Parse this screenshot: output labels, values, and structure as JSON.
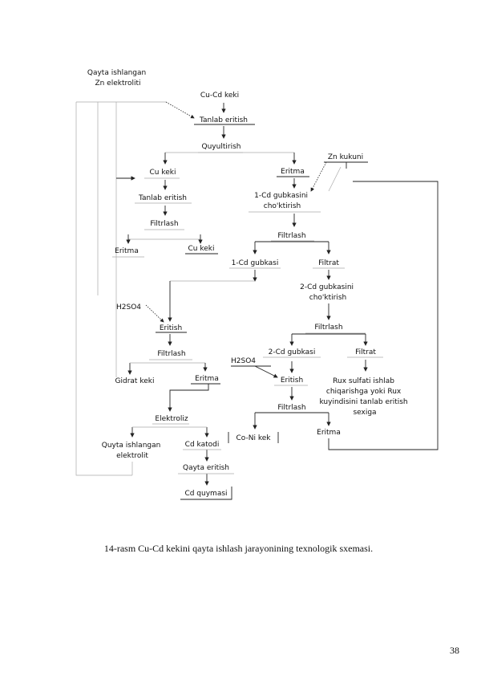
{
  "diagram": {
    "nodes": {
      "recycled_zn_electrolyte": [
        "Qayta ishlangan",
        "Zn elektroliti"
      ],
      "cu_cd_cake": "Cu-Cd keki",
      "selective_leaching_1": "Tanlab eritish",
      "decantation": "Quyultirish",
      "cu_cake_1": "Cu keki",
      "solution_1": "Eritma",
      "zn_powder": "Zn kukuni",
      "selective_leaching_2": "Tanlab eritish",
      "cd_sponge_1_precip": [
        "1-Cd gubkasini",
        "cho'ktirish"
      ],
      "filtration_1": "Filtrlash",
      "filtration_2": "Filtrlash",
      "solution_2": "Eritma",
      "cu_cake_2": "Cu keki",
      "cd_sponge_1": "1-Cd gubkasi",
      "filtrate_1": "Filtrat",
      "h2so4_1": "H2SO4",
      "cd_sponge_2_precip": [
        "2-Cd gubkasini",
        "cho'ktirish"
      ],
      "dissolution_1": "Eritish",
      "filtration_3": "Filtrlash",
      "filtration_4": "Filtrlash",
      "cd_sponge_2": "2-Cd gubkasi",
      "filtrate_2": "Filtrat",
      "h2so4_2": "H2SO4",
      "hydrate_cake": "Gidrat keki",
      "solution_3": "Eritma",
      "dissolution_2": "Eritish",
      "zinc_sulfate_dept": [
        "Rux sulfati ishlab",
        "chiqarishga yoki Rux",
        "kuyindisini tanlab eritish",
        "sexiga"
      ],
      "filtration_5": "Filtrlash",
      "electrolysis": "Elektroliz",
      "co_ni_cake": "Co-Ni kek",
      "solution_4": "Eritma",
      "spent_electrolyte": [
        "Quyta ishlangan",
        "elektrolit"
      ],
      "cd_cathode": "Cd katodi",
      "remelting": "Qayta eritish",
      "cd_casting": "Cd quymasi"
    }
  },
  "caption": "14-rasm Cu-Cd kekini qayta ishlash jarayonining texnologik sxemasi.",
  "page_number": "38"
}
